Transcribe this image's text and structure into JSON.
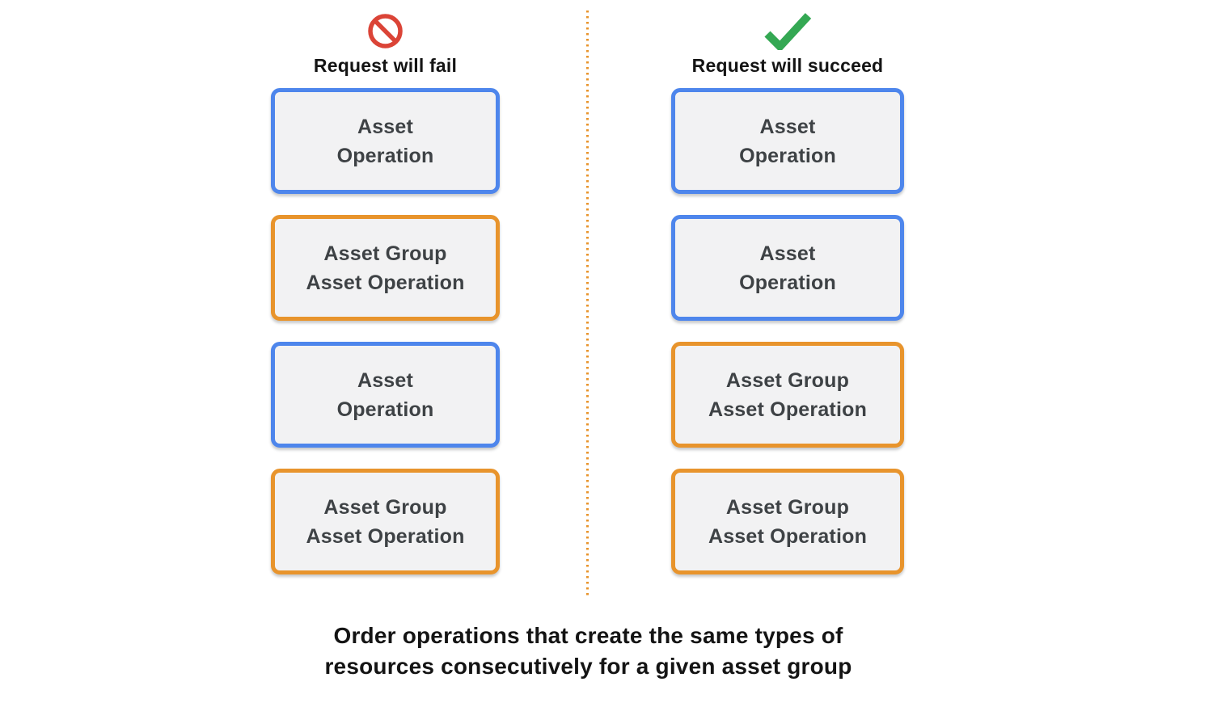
{
  "left_column": {
    "icon": "prohibited",
    "label": "Request will fail",
    "boxes": [
      {
        "line1": "Asset",
        "line2": "Operation",
        "color": "blue"
      },
      {
        "line1": "Asset Group",
        "line2": "Asset Operation",
        "color": "orange"
      },
      {
        "line1": "Asset",
        "line2": "Operation",
        "color": "blue"
      },
      {
        "line1": "Asset Group",
        "line2": "Asset Operation",
        "color": "orange"
      }
    ]
  },
  "right_column": {
    "icon": "checkmark",
    "label": "Request will succeed",
    "boxes": [
      {
        "line1": "Asset",
        "line2": "Operation",
        "color": "blue"
      },
      {
        "line1": "Asset",
        "line2": "Operation",
        "color": "blue"
      },
      {
        "line1": "Asset Group",
        "line2": "Asset Operation",
        "color": "orange"
      },
      {
        "line1": "Asset Group",
        "line2": "Asset Operation",
        "color": "orange"
      }
    ]
  },
  "caption": {
    "line1": "Order operations that create the same types of",
    "line2": "resources consecutively for a given asset group"
  },
  "colors": {
    "blue_border": "#4e86ec",
    "orange_border": "#e8942c",
    "box_background": "#f2f2f3",
    "box_text": "#3e4245",
    "fail_icon_red": "#db4437",
    "success_icon_green": "#34a853",
    "divider_orange": "#e8942c"
  }
}
